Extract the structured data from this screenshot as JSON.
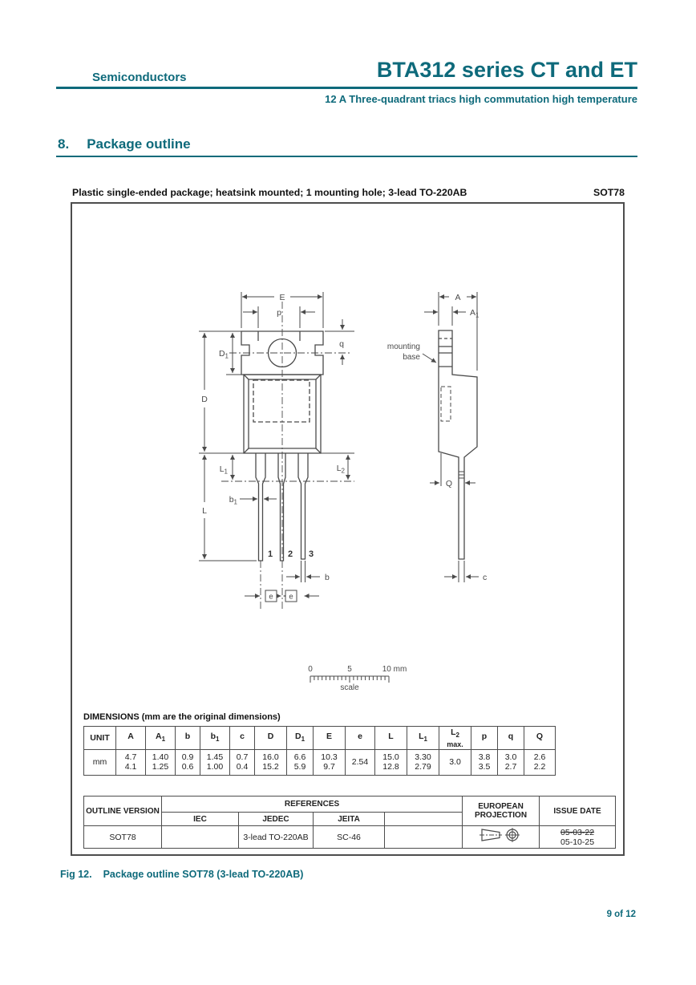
{
  "header": {
    "brand": "Semiconductors",
    "title": "BTA312 series CT and ET",
    "subtitle": "12 A Three-quadrant triacs high commutation high temperature"
  },
  "section": {
    "number": "8.",
    "title": "Package outline"
  },
  "figure": {
    "caption_left": "Plastic single-ended package; heatsink mounted; 1 mounting hole;  3-lead TO-220AB",
    "caption_right": "SOT78",
    "fig_label": "Fig 12.",
    "fig_title": "Package outline SOT78 (3-lead TO-220AB)"
  },
  "drawing": {
    "labels": {
      "E": {
        "base": "E",
        "sub": ""
      },
      "p": {
        "base": "p",
        "sub": ""
      },
      "q": {
        "base": "q",
        "sub": ""
      },
      "D1": {
        "base": "D",
        "sub": "1"
      },
      "D": {
        "base": "D",
        "sub": ""
      },
      "L1": {
        "base": "L",
        "sub": "1"
      },
      "L2": {
        "base": "L",
        "sub": "2"
      },
      "b1": {
        "base": "b",
        "sub": "1"
      },
      "L": {
        "base": "L",
        "sub": ""
      },
      "b": {
        "base": "b",
        "sub": ""
      },
      "e1": "e",
      "e2": "e",
      "pin1": "1",
      "pin2": "2",
      "pin3": "3",
      "A": {
        "base": "A",
        "sub": ""
      },
      "A1": {
        "base": "A",
        "sub": "1"
      },
      "Q": {
        "base": "Q",
        "sub": ""
      },
      "c": {
        "base": "c",
        "sub": ""
      },
      "mounting_line1": "mounting",
      "mounting_line2": "base"
    },
    "scale_bar": {
      "zero": "0",
      "five": "5",
      "ten": "10 mm",
      "label": "scale"
    }
  },
  "dimensions_table": {
    "title": "DIMENSIONS (mm are the original dimensions)",
    "unit_header": "UNIT",
    "unit_value": "mm",
    "columns": [
      {
        "base": "A",
        "sub": "",
        "max": "4.7",
        "min": "4.1"
      },
      {
        "base": "A",
        "sub": "1",
        "max": "1.40",
        "min": "1.25"
      },
      {
        "base": "b",
        "sub": "",
        "max": "0.9",
        "min": "0.6"
      },
      {
        "base": "b",
        "sub": "1",
        "max": "1.45",
        "min": "1.00"
      },
      {
        "base": "c",
        "sub": "",
        "max": "0.7",
        "min": "0.4"
      },
      {
        "base": "D",
        "sub": "",
        "max": "16.0",
        "min": "15.2"
      },
      {
        "base": "D",
        "sub": "1",
        "max": "6.6",
        "min": "5.9"
      },
      {
        "base": "E",
        "sub": "",
        "max": "10.3",
        "min": "9.7"
      },
      {
        "base": "e",
        "sub": "",
        "single": "2.54"
      },
      {
        "base": "L",
        "sub": "",
        "max": "15.0",
        "min": "12.8"
      },
      {
        "base": "L",
        "sub": "1",
        "max": "3.30",
        "min": "2.79"
      },
      {
        "base": "L",
        "sub": "2",
        "note": "max.",
        "single": "3.0"
      },
      {
        "base": "p",
        "sub": "",
        "max": "3.8",
        "min": "3.5"
      },
      {
        "base": "q",
        "sub": "",
        "max": "3.0",
        "min": "2.7"
      },
      {
        "base": "Q",
        "sub": "",
        "max": "2.6",
        "min": "2.2"
      }
    ]
  },
  "references_table": {
    "outline_header": "OUTLINE VERSION",
    "references_header": "REFERENCES",
    "iec_header": "IEC",
    "jedec_header": "JEDEC",
    "jeita_header": "JEITA",
    "blank_header": "",
    "projection_header": "EUROPEAN PROJECTION",
    "issue_header": "ISSUE DATE",
    "row": {
      "outline_version": "SOT78",
      "iec": "",
      "jedec": "3-lead TO-220AB",
      "jeita": "SC-46",
      "blank": "",
      "issue_date_old": "05-03-22",
      "issue_date_new": "05-10-25"
    }
  },
  "footer": {
    "page": "9 of 12"
  }
}
